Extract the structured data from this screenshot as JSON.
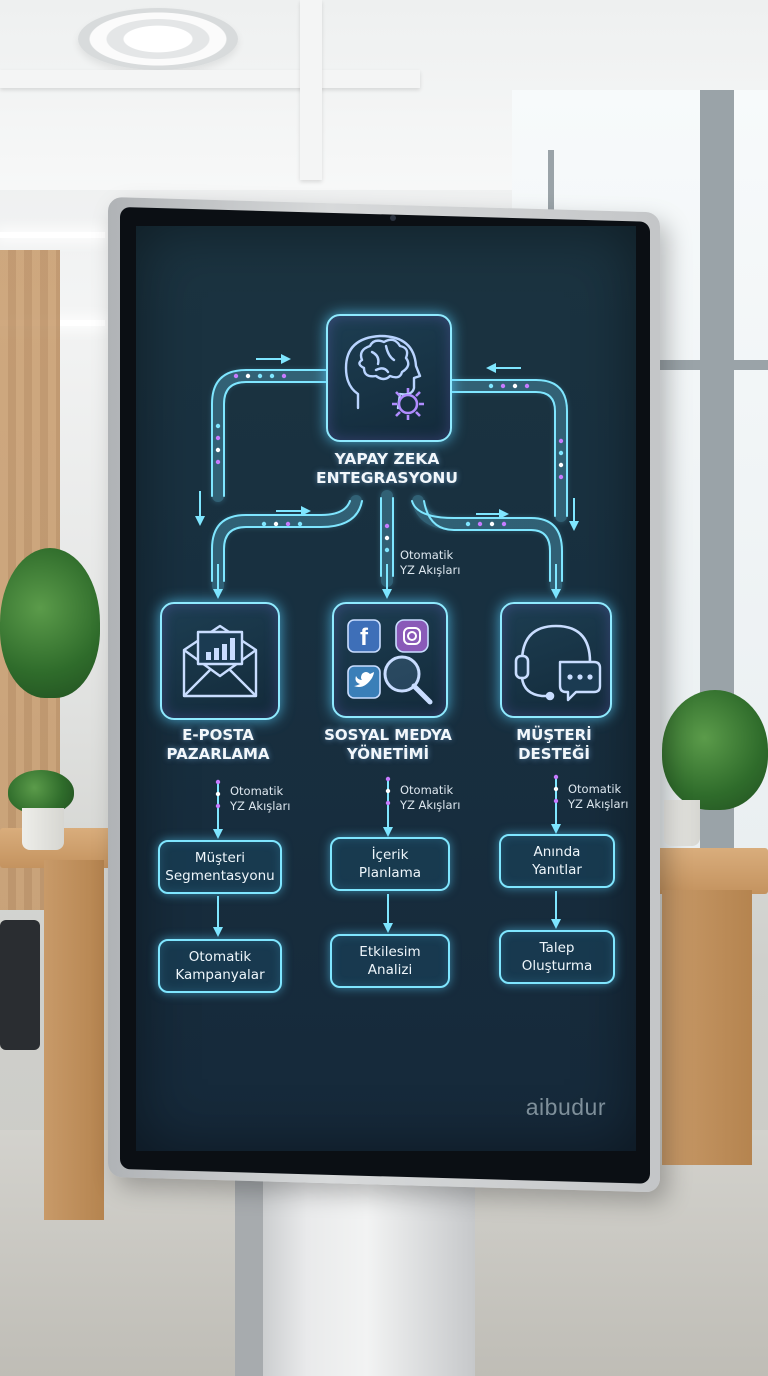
{
  "diagram": {
    "hub": {
      "line1": "YAPAY ZEKA",
      "line2": "ENTEGRASYONU",
      "icon": "brain-gear-icon"
    },
    "flow_note": {
      "line1": "Otomatik",
      "line2": "YZ Akışları"
    },
    "columns": [
      {
        "title_line1": "E-POSTA",
        "title_line2": "PAZARLAMA",
        "icon": "email-chart-icon",
        "note_line1": "Otomatik",
        "note_line2": "YZ Akışları",
        "steps": [
          {
            "line1": "Müşteri",
            "line2": "Segmentasyonu"
          },
          {
            "line1": "Otomatik",
            "line2": "Kampanyalar"
          }
        ]
      },
      {
        "title_line1": "SOSYAL MEDYA",
        "title_line2": "YÖNETİMİ",
        "icon": "social-media-search-icon",
        "note_line1": "Otomatik",
        "note_line2": "YZ Akışları",
        "steps": [
          {
            "line1": "İçerik",
            "line2": "Planlama"
          },
          {
            "line1": "Etkilesim",
            "line2": "Analizi"
          }
        ]
      },
      {
        "title_line1": "MÜŞTERİ",
        "title_line2": "DESTEĞİ",
        "icon": "headset-chat-icon",
        "note_line1": "Otomatik",
        "note_line2": "YZ Akışları",
        "steps": [
          {
            "line1": "Anında",
            "line2": "Yanıtlar"
          },
          {
            "line1": "Talep",
            "line2": "Oluşturma"
          }
        ]
      }
    ]
  },
  "brand": "aibudur",
  "colors": {
    "glow": "#7fe6ff",
    "accent": "#c67bff",
    "screen": "#183040"
  }
}
